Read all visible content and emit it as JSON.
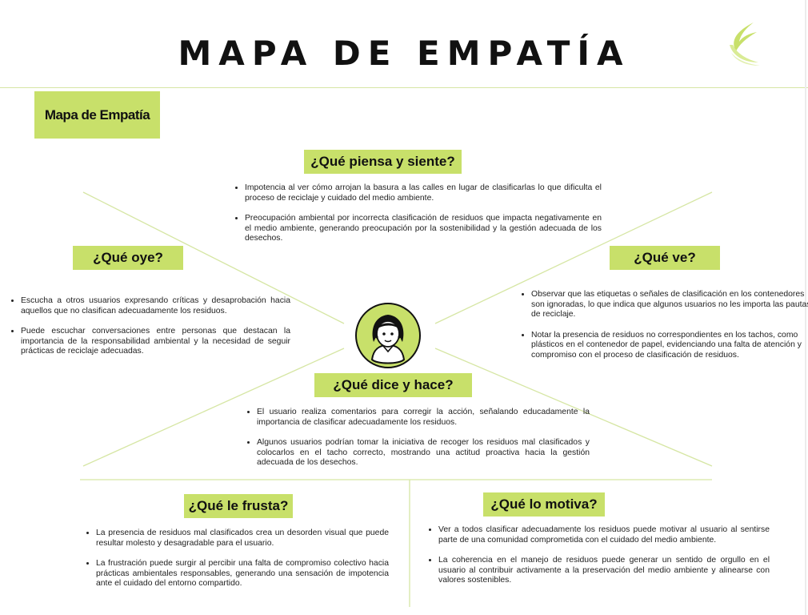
{
  "header": {
    "title": "MAPA DE EMPATÍA",
    "logo_icon": "leaf-swoosh-icon"
  },
  "badge": {
    "label": "Mapa de Empatía"
  },
  "colors": {
    "accent": "#c8e06a",
    "line": "#d6e6a4",
    "text": "#111111"
  },
  "sections": {
    "piensa": {
      "title": "¿Qué piensa y siente?",
      "items": [
        "Impotencia al ver cómo arrojan la basura a las calles en lugar de clasificarlas lo que dificulta el proceso de reciclaje y cuidado del medio ambiente.",
        "Preocupación ambiental por incorrecta clasificación de residuos que impacta negativamente en el medio ambiente, generando preocupación por la sostenibilidad y la gestión adecuada de los desechos."
      ]
    },
    "oye": {
      "title": "¿Qué oye?",
      "items": [
        "Escucha a otros usuarios expresando críticas y desaprobación hacia aquellos que no clasifican adecuadamente los residuos.",
        "Puede escuchar conversaciones entre personas que destacan la importancia de la responsabilidad ambiental y la necesidad de seguir prácticas de reciclaje adecuadas."
      ]
    },
    "ve": {
      "title": "¿Qué ve?",
      "items": [
        "Observar que las etiquetas o señales de clasificación en los contenedores son ignoradas, lo que indica que algunos usuarios no les importa las pautas de reciclaje.",
        "Notar la presencia de residuos no correspondientes en los tachos, como plásticos en el contenedor de papel, evidenciando una falta de atención y compromiso con el proceso de clasificación de residuos."
      ]
    },
    "dice": {
      "title": "¿Qué dice y hace?",
      "items": [
        "El usuario realiza comentarios para corregir la acción, señalando educadamente la importancia de clasificar adecuadamente los residuos.",
        "Algunos usuarios podrían tomar la iniciativa de recoger los residuos mal clasificados y colocarlos en el tacho correcto, mostrando una actitud proactiva hacia la gestión adecuada de los desechos."
      ]
    },
    "frusta": {
      "title": "¿Qué le frusta?",
      "items": [
        "La presencia de residuos mal clasificados crea un desorden visual que puede resultar molesto y desagradable para el usuario.",
        "La frustración puede surgir al percibir una falta de compromiso colectivo hacia prácticas ambientales responsables, generando una sensación de impotencia ante el cuidado del entorno compartido."
      ]
    },
    "motiva": {
      "title": "¿Qué lo motiva?",
      "items": [
        "Ver a todos clasificar adecuadamente los residuos puede motivar al usuario al sentirse parte de una comunidad comprometida con el cuidado del medio ambiente.",
        "La coherencia en el manejo de residuos puede generar un sentido de orgullo en el usuario al contribuir activamente a la preservación del medio ambiente y alinearse con valores sostenibles."
      ]
    }
  },
  "avatar": {
    "icon": "user-avatar-icon"
  }
}
